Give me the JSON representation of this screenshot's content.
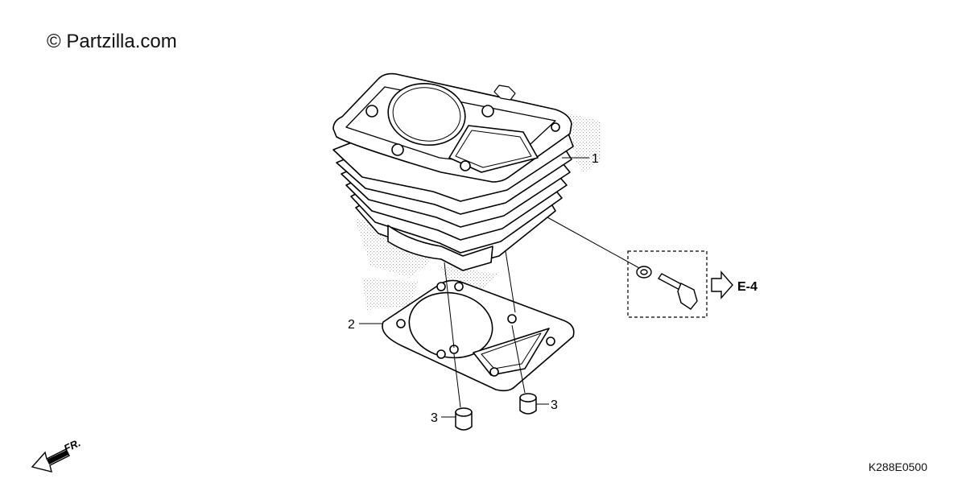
{
  "watermark": "© Partzilla.com",
  "diagram_code": "K288E0500",
  "direction_label": "FR.",
  "reference": {
    "label": "E-4"
  },
  "callouts": [
    {
      "id": "cylinder",
      "number": "1"
    },
    {
      "id": "gasket",
      "number": "2"
    },
    {
      "id": "dowel-left",
      "number": "3"
    },
    {
      "id": "dowel-right",
      "number": "3"
    }
  ],
  "colors": {
    "line": "#000000",
    "stipple": "#b5b5b5",
    "background": "#ffffff"
  }
}
